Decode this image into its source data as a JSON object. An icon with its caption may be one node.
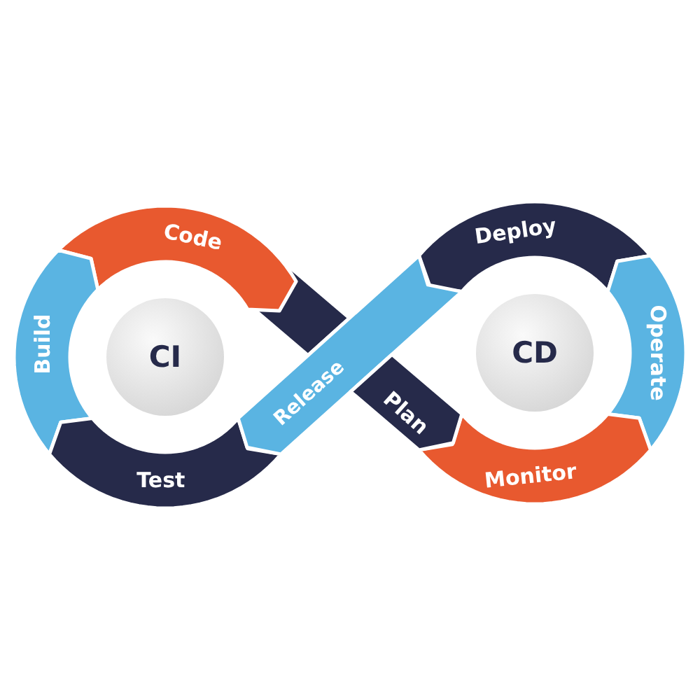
{
  "diagram": {
    "nodes": [
      {
        "text": [
          "Code"
        ]
      },
      {
        "text": [
          "Build"
        ]
      },
      {
        "text": [
          "CI"
        ]
      },
      {
        "text": [
          "Test"
        ]
      },
      {
        "text": [
          "Deploy"
        ]
      },
      {
        "text": [
          "Release"
        ]
      },
      {
        "text": [
          "Plan"
        ]
      },
      {
        "text": [
          "CD"
        ]
      },
      {
        "text": [
          "Operate"
        ]
      },
      {
        "text": [
          "Monitor"
        ]
      }
    ]
  }
}
